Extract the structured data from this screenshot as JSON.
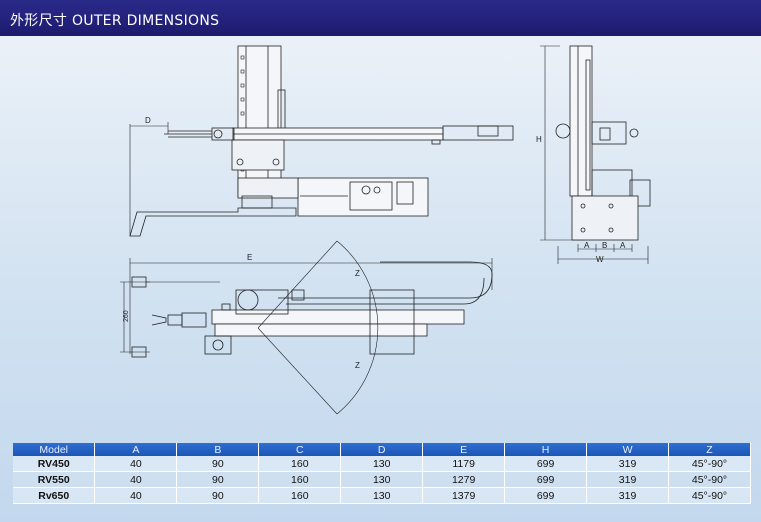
{
  "header": {
    "title": "外形尺寸  OUTER DIMENSIONS"
  },
  "drawing_labels": {
    "d": "D",
    "e": "E",
    "z_top": "Z",
    "z_bottom": "Z",
    "h": "H",
    "w": "W",
    "a_left": "A",
    "b": "B",
    "a_right": "A",
    "dim_260": "260"
  },
  "table": {
    "columns": [
      "Model",
      "A",
      "B",
      "C",
      "D",
      "E",
      "H",
      "W",
      "Z"
    ],
    "rows": [
      [
        "RV450",
        "40",
        "90",
        "160",
        "130",
        "1179",
        "699",
        "319",
        "45°-90°"
      ],
      [
        "RV550",
        "40",
        "90",
        "160",
        "130",
        "1279",
        "699",
        "319",
        "45°-90°"
      ],
      [
        "Rv650",
        "40",
        "90",
        "160",
        "130",
        "1379",
        "699",
        "319",
        "45°-90°"
      ]
    ]
  },
  "colors": {
    "header_bg": "#1d1b6e",
    "table_header_bg": "#1c55b8",
    "line": "#222222"
  }
}
